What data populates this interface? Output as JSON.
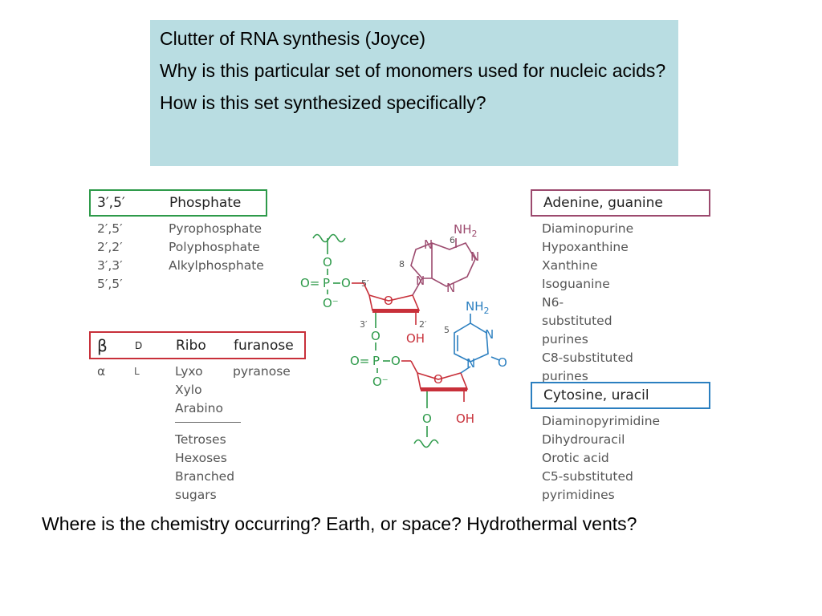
{
  "callout": {
    "line1": "Clutter of RNA synthesis (Joyce)",
    "line2": "Why is this particular set of monomers used for nucleic acids?",
    "line3": "How is this set synthesized specifically?"
  },
  "phosphate": {
    "header_left": "3′,5′",
    "header_right": "Phosphate",
    "border_color": "#2e9a4a",
    "rows": [
      {
        "linkage": "2′,5′",
        "name": "Pyrophosphate"
      },
      {
        "linkage": "2′,2′",
        "name": "Polyphosphate"
      },
      {
        "linkage": "3′,3′",
        "name": "Alkylphosphate"
      },
      {
        "linkage": "5′,5′",
        "name": ""
      }
    ]
  },
  "sugar": {
    "header": [
      "β",
      "D",
      "Ribo",
      "furanose"
    ],
    "border_color": "#c8303a",
    "row2": [
      "α",
      "L",
      "Lyxo",
      "pyranose"
    ],
    "others": [
      "Xylo",
      "Arabino"
    ],
    "more": [
      "Tetroses",
      "Hexoses",
      "Branched sugars"
    ]
  },
  "purines": {
    "header": "Adenine, guanine",
    "border_color": "#9c4a6e",
    "items": [
      "Diaminopurine",
      "Hypoxanthine",
      "Xanthine",
      "Isoguanine",
      "N6-substituted purines",
      "C8-substituted purines"
    ]
  },
  "pyrimidines": {
    "header": "Cytosine, uracil",
    "border_color": "#2b7fc0",
    "items": [
      "Diaminopyrimidine",
      "Dihydrouracil",
      "Orotic acid",
      "C5-substituted pyrimidines"
    ]
  },
  "molecule": {
    "nh2": "NH",
    "sub2": "2",
    "oh": "OH",
    "o": "O",
    "n": "N",
    "p": "P",
    "o_minus": "O⁻",
    "o_eq": "O=",
    "label_6": "6",
    "label_8": "8",
    "label_5p": "5′",
    "label_3p": "3′",
    "label_2p": "2′",
    "label_5": "5",
    "colors": {
      "phosphate": "#2e9a4a",
      "sugar": "#c8303a",
      "purine": "#9c4a6e",
      "pyrimidine": "#2b7fc0"
    }
  },
  "question": "Where is the chemistry occurring? Earth, or space? Hydrothermal vents?"
}
